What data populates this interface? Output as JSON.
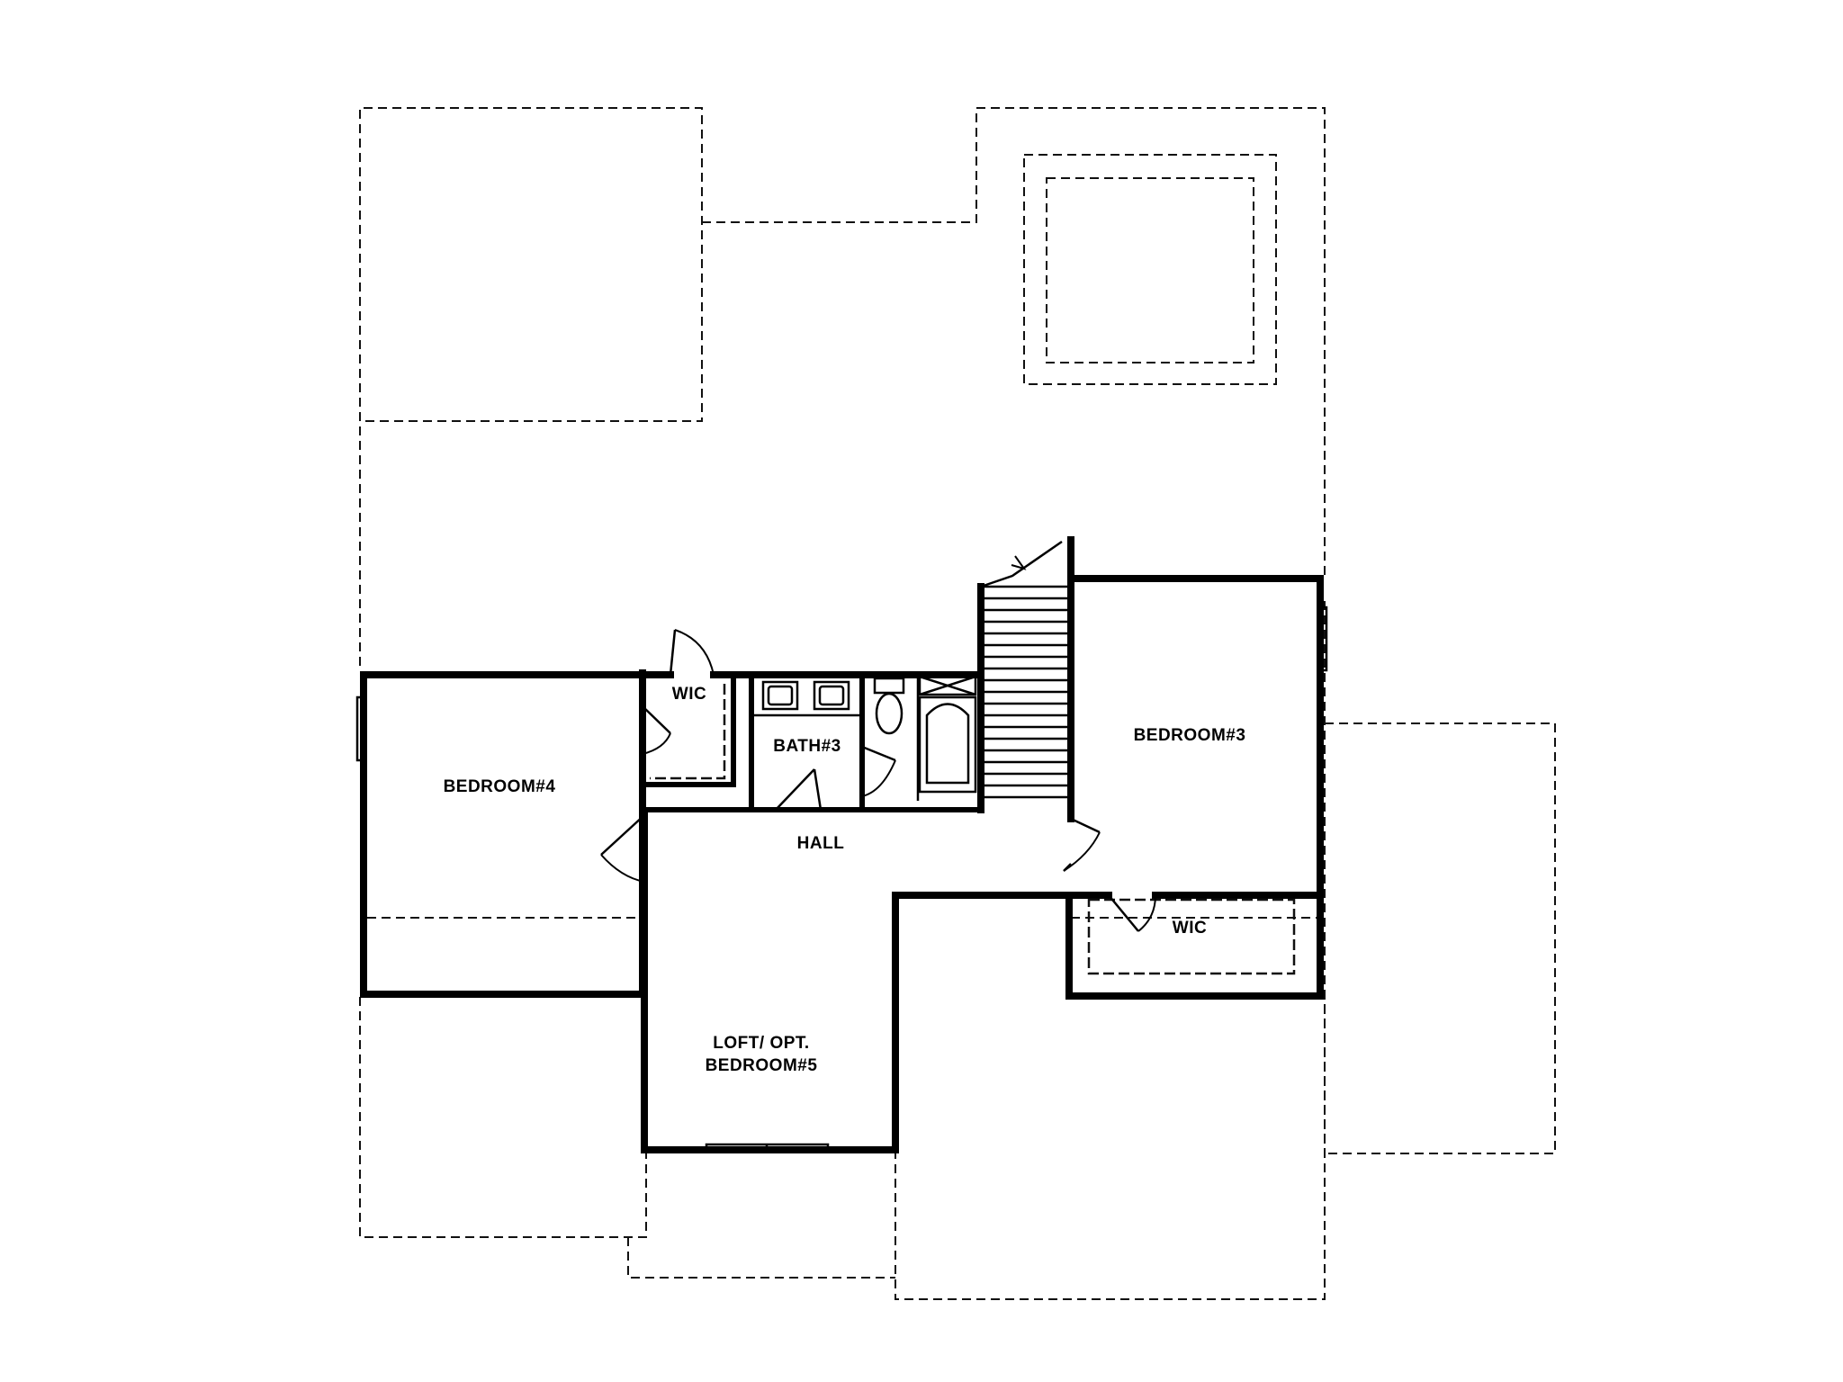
{
  "rooms": {
    "bedroom4": "BEDROOM#4",
    "wic_left": "WIC",
    "bath3": "BATH#3",
    "bedroom3": "BEDROOM#3",
    "hall": "HALL",
    "wic_right": "WIC",
    "loft_line1": "LOFT/ OPT.",
    "loft_line2": "BEDROOM#5"
  }
}
